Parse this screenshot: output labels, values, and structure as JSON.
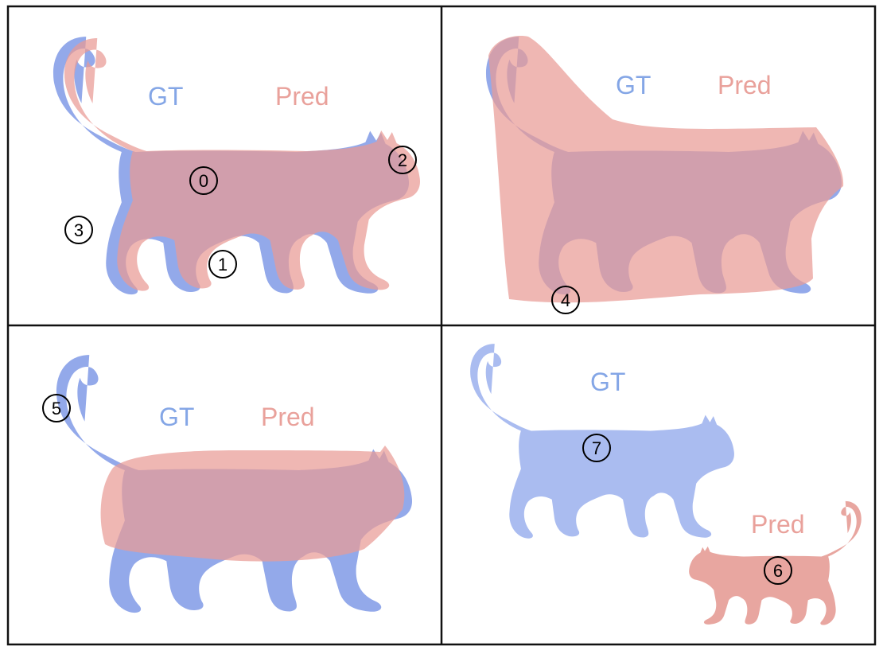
{
  "colors": {
    "gt": "#93a9ea",
    "pred": "#e99b95",
    "overlap": "#b88aa0",
    "gt_label": "#84a6e6",
    "pred_label": "#e9a19b",
    "border": "#111111"
  },
  "panels": [
    {
      "id": "top-left",
      "gt_label": "GT",
      "pred_label": "Pred",
      "markers": [
        "0",
        "1",
        "2",
        "3"
      ]
    },
    {
      "id": "top-right",
      "gt_label": "GT",
      "pred_label": "Pred",
      "markers": [
        "4"
      ]
    },
    {
      "id": "bottom-left",
      "gt_label": "GT",
      "pred_label": "Pred",
      "markers": [
        "5"
      ]
    },
    {
      "id": "bottom-right",
      "gt_label": "GT",
      "pred_label": "Pred",
      "markers": [
        "7",
        "6"
      ]
    }
  ]
}
